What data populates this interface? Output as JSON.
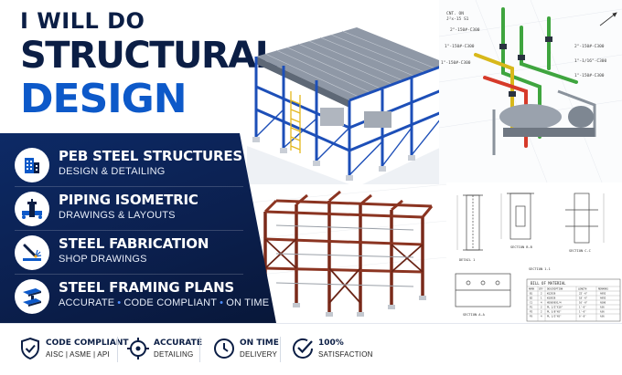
{
  "headline": {
    "line1": "I WILL DO",
    "line2": "STRUCTURAL",
    "line3": "DESIGN"
  },
  "services": [
    {
      "title": "PEB STEEL STRUCTURES",
      "subtitle": "DESIGN & DETAILING",
      "icon": "building-icon"
    },
    {
      "title": "PIPING ISOMETRIC",
      "subtitle": "DRAWINGS & LAYOUTS",
      "icon": "pipe-valve-icon"
    },
    {
      "title": "STEEL FABRICATION",
      "subtitle": "SHOP DRAWINGS",
      "icon": "welding-icon"
    },
    {
      "title": "STEEL FRAMING PLANS",
      "subtitle_parts": [
        "ACCURATE",
        "CODE COMPLIANT",
        "ON TIME"
      ],
      "icon": "steel-beam-icon"
    }
  ],
  "features": [
    {
      "title": "CODE COMPLIANT",
      "subtitle": "AISC | ASME | API",
      "icon": "shield-check-icon"
    },
    {
      "title": "ACCURATE",
      "subtitle": "DETAILING",
      "icon": "crosshair-icon"
    },
    {
      "title": "ON TIME",
      "subtitle": "DELIVERY",
      "icon": "clock-icon"
    },
    {
      "title": "100%",
      "subtitle": "SATISFACTION",
      "icon": "check-circle-icon"
    }
  ],
  "drawing": {
    "bom_title": "BILL OF MATERIAL",
    "bom_headers": [
      "MARK",
      "QTY",
      "DESCRIPTION",
      "LENGTH",
      "REMARKS"
    ],
    "bom_rows": [
      [
        "B1",
        "2",
        "W12X26",
        "22'-6\"",
        "A992"
      ],
      [
        "B2",
        "1",
        "W10X26",
        "18'-6\"",
        "A992"
      ],
      [
        "C1",
        "4",
        "HSS6X6X1/4",
        "16'-0\"",
        "A500"
      ],
      [
        "P1",
        "2",
        "PL 1/2\"X10\"",
        "1'-6\"",
        "A36"
      ],
      [
        "P2",
        "2",
        "PL 3/8\"X6\"",
        "1'-0\"",
        "A36"
      ],
      [
        "P3",
        "4",
        "PL 1/2\"X6\"",
        "0'-8\"",
        "A36"
      ]
    ],
    "section_labels": [
      "SECTION A-A",
      "SECTION B-B",
      "SECTION C-C",
      "DETAIL 1",
      "SECTION 1-1"
    ]
  },
  "piping_labels": [
    "CNT. ON",
    "J²x-15 S1",
    "2\"-150#-C300",
    "1\"-150#-C300",
    "1\"-150#-C300",
    "2\"-150#-C300",
    "1\"-1/16\"-C300",
    "1\"-150#-C300"
  ],
  "colors": {
    "navy": "#0b1e45",
    "brand_blue": "#0d59c9",
    "steel_blue": "#1d4fb8",
    "rust": "#7a2a1a",
    "pipe_green": "#3fa53f",
    "pipe_yellow": "#d8b81a",
    "pipe_red": "#d63a2a"
  }
}
